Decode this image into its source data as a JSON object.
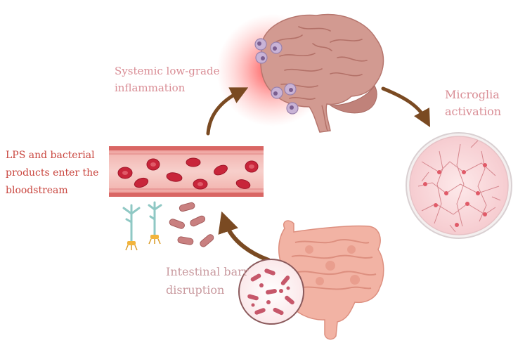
{
  "labels": {
    "systemic": [
      "Systemic low-grade",
      "inflammation"
    ],
    "microglia": [
      "Microglia",
      "activation"
    ],
    "lps": [
      "LPS and bacterial",
      "products enter the",
      "bloodstream"
    ],
    "intestinal": [
      "Intestinal barr",
      "disruption"
    ]
  },
  "colors": {
    "arrow": "#7a4a22",
    "label_pink": "#d98d95",
    "label_red": "#c9463f",
    "vessel": "#d85c5a",
    "vessel_wall": "#e5888a",
    "rbc": "#c8253a",
    "brain": "#cc8b82",
    "glow": "#ff3b3b",
    "intestine": "#f0aa98",
    "dish": "#fbe4e6"
  },
  "icons": [
    "brain-icon",
    "blood-vessel-icon",
    "petri-dish-icon",
    "intestine-icon",
    "bacteria-icon",
    "lps-icon"
  ]
}
